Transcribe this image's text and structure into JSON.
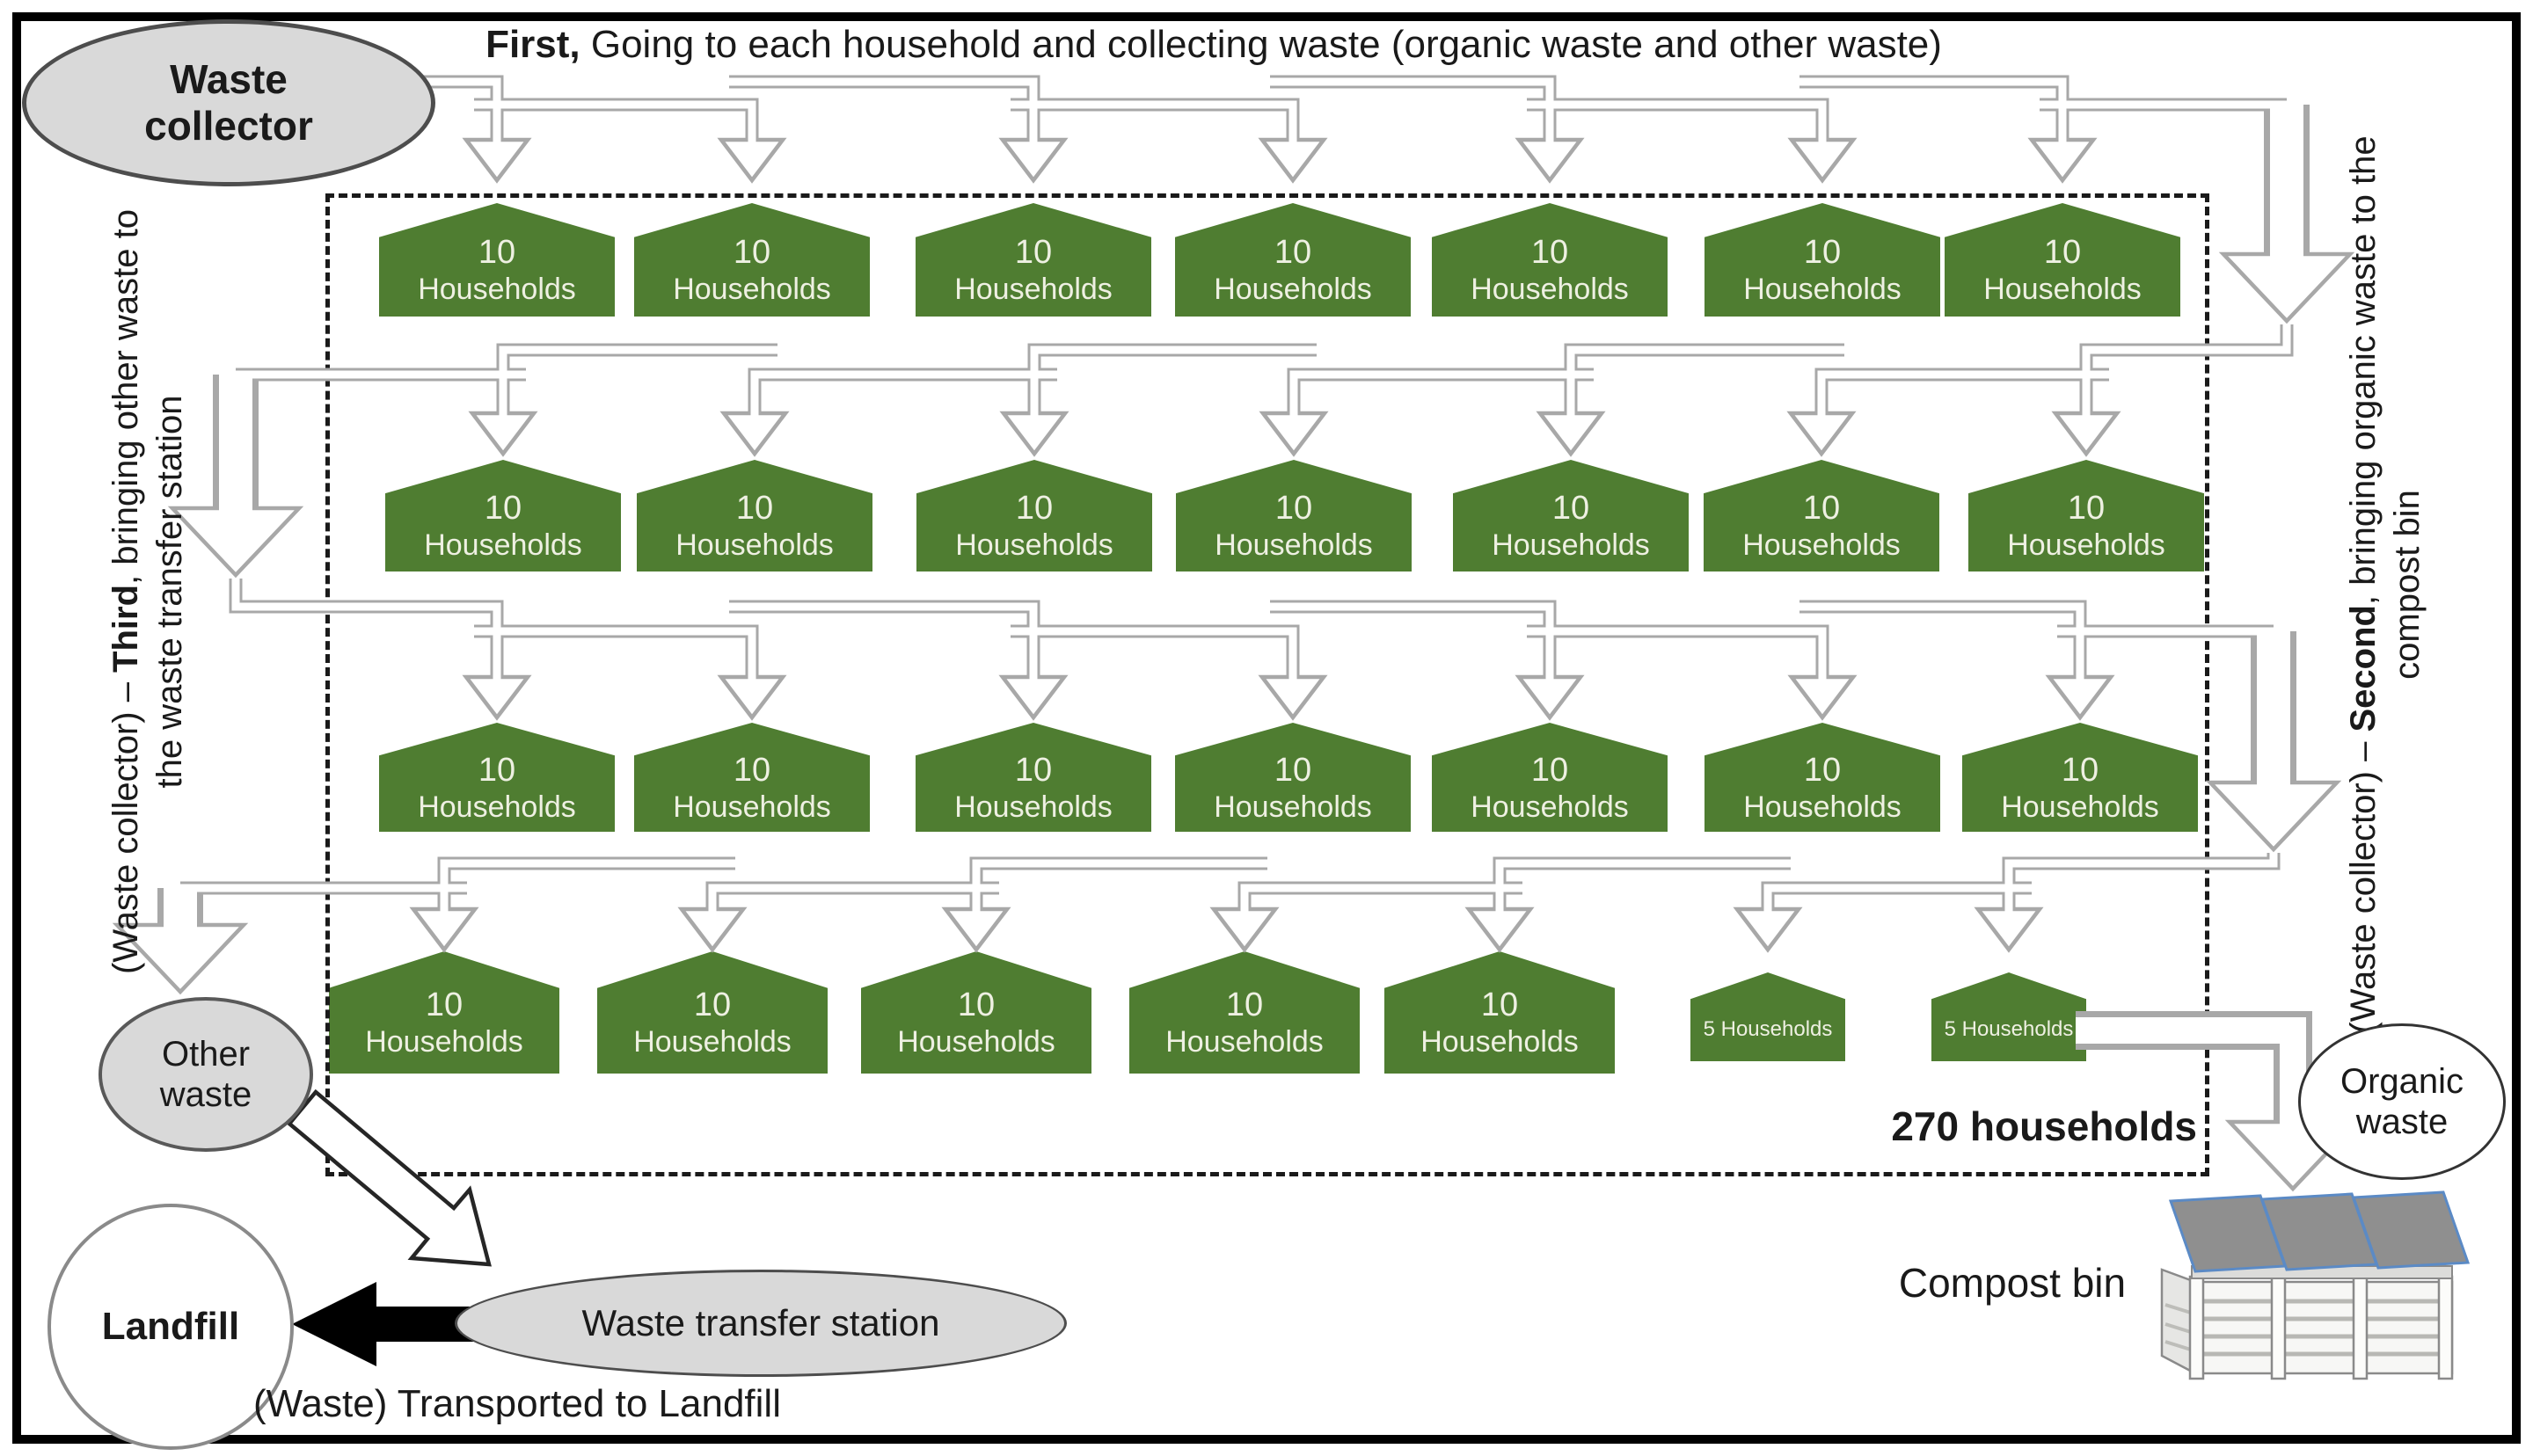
{
  "title": {
    "lead": "First,",
    "rest": " Going to each household and collecting waste (organic waste and other waste)"
  },
  "waste_collector": {
    "line1": "Waste",
    "line2": "collector"
  },
  "side_notes": {
    "left": {
      "pre": "(Waste collector) – ",
      "bold": "Third",
      "post": ", bringing other waste to",
      "line2": "the waste transfer station"
    },
    "right": {
      "pre": "(Waste collector) – ",
      "bold": "Second",
      "post": ", bringing organic waste to the",
      "line2": "compost bin"
    }
  },
  "rows": [
    {
      "houses": [
        {
          "line1": "10",
          "line2": "Households"
        },
        {
          "line1": "10",
          "line2": "Households"
        },
        {
          "line1": "10",
          "line2": "Households"
        },
        {
          "line1": "10",
          "line2": "Households"
        },
        {
          "line1": "10",
          "line2": "Households"
        },
        {
          "line1": "10",
          "line2": "Households"
        },
        {
          "line1": "10",
          "line2": "Households"
        }
      ]
    },
    {
      "houses": [
        {
          "line1": "10",
          "line2": "Households"
        },
        {
          "line1": "10",
          "line2": "Households"
        },
        {
          "line1": "10",
          "line2": "Households"
        },
        {
          "line1": "10",
          "line2": "Households"
        },
        {
          "line1": "10",
          "line2": "Households"
        },
        {
          "line1": "10",
          "line2": "Households"
        },
        {
          "line1": "10",
          "line2": "Households"
        }
      ]
    },
    {
      "houses": [
        {
          "line1": "10",
          "line2": "Households"
        },
        {
          "line1": "10",
          "line2": "Households"
        },
        {
          "line1": "10",
          "line2": "Households"
        },
        {
          "line1": "10",
          "line2": "Households"
        },
        {
          "line1": "10",
          "line2": "Households"
        },
        {
          "line1": "10",
          "line2": "Households"
        },
        {
          "line1": "10",
          "line2": "Households"
        }
      ]
    },
    {
      "houses": [
        {
          "line1": "10",
          "line2": "Households"
        },
        {
          "line1": "10",
          "line2": "Households"
        },
        {
          "line1": "10",
          "line2": "Households"
        },
        {
          "line1": "10",
          "line2": "Households"
        },
        {
          "line1": "10",
          "line2": "Households"
        },
        {
          "line1": "5 Households",
          "small": true
        },
        {
          "line1": "5 Households",
          "small": true
        }
      ]
    }
  ],
  "total_label": "270 households",
  "nodes": {
    "other_waste": {
      "line1": "Other",
      "line2": "waste"
    },
    "organic_waste": {
      "line1": "Organic",
      "line2": "waste"
    },
    "landfill": "Landfill",
    "transfer_station": "Waste transfer station",
    "compost_bin": "Compost bin"
  },
  "captions": {
    "transport": "(Waste) Transported to Landfill"
  },
  "colors": {
    "house": "#4f7d31",
    "house_text": "#eef0e2",
    "pipe": "#a8a8a8",
    "node_fill": "#d9d9d9",
    "node_stroke": "#595959",
    "lid": "#8f8f8f",
    "lid_edge": "#5b8ac5"
  }
}
